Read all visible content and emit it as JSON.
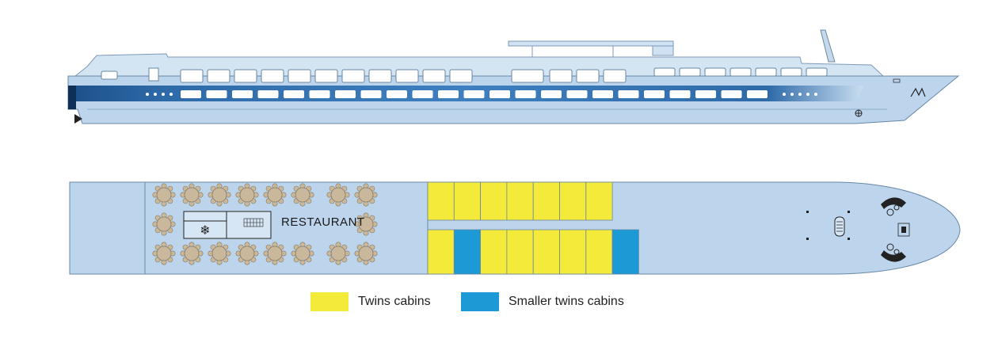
{
  "deck": {
    "restaurant_label": "RESTAURANT",
    "twin_color": "#f4ea3a",
    "smaller_color": "#1b9ad6",
    "hull_color": "#b8d4ec"
  },
  "legend": [
    {
      "label": "Twins cabins",
      "color": "#f4ea3a"
    },
    {
      "label": "Smaller twins cabins",
      "color": "#1b9ad6"
    }
  ]
}
